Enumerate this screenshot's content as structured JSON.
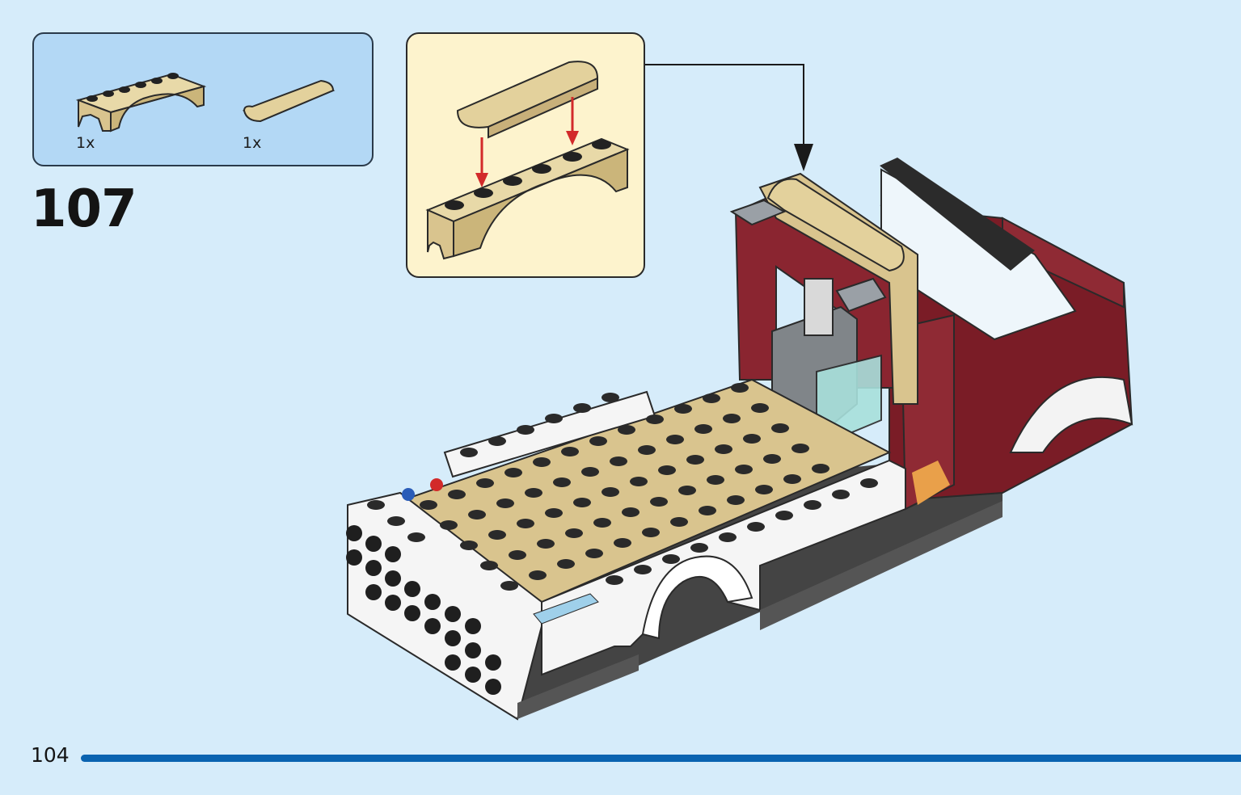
{
  "parts_list": {
    "items": [
      {
        "name": "tan-arch-1x6",
        "quantity": "1x"
      },
      {
        "name": "tan-curved-slope-1x4",
        "quantity": "1x"
      }
    ]
  },
  "step": {
    "number": "107"
  },
  "page": {
    "number": "104"
  },
  "colors": {
    "background": "#d6ecfa",
    "parts_box": "#b3d8f5",
    "callout": "#fdf3cd",
    "tan": "#d9c48e",
    "dark_red": "#7a1c26",
    "white": "#ffffff",
    "arrow_red": "#d22a2a",
    "accent_blue": "#0a63b0"
  }
}
